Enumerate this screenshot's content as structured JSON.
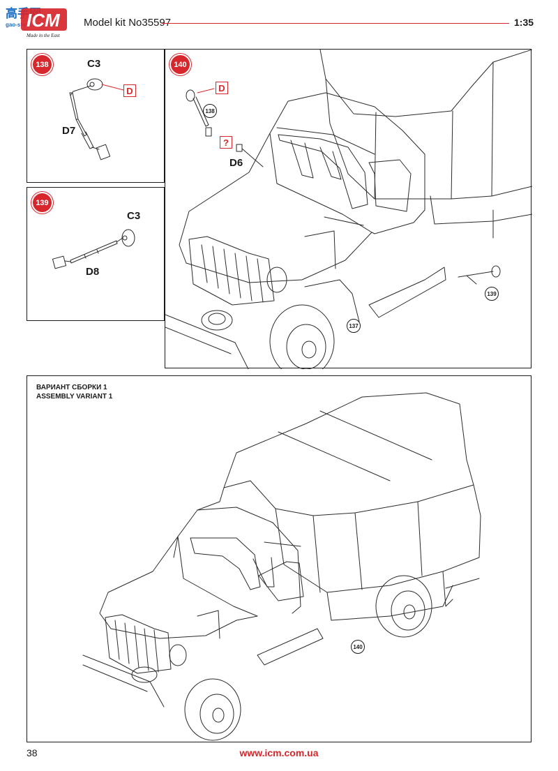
{
  "header": {
    "model_kit": "Model kit No35597",
    "scale": "1:35",
    "logo": {
      "brand": "ICM",
      "tagline": "Made in the East",
      "site_chars": "高手网",
      "site_domain": "gao-shou.com"
    }
  },
  "colors": {
    "accent": "#d7262c",
    "line": "#2a2a2a"
  },
  "step138": {
    "number": "138",
    "parts": {
      "c3": "C3",
      "d7": "D7"
    },
    "tag": "D"
  },
  "step139": {
    "number": "139",
    "parts": {
      "c3": "C3",
      "d8": "D8"
    }
  },
  "step140": {
    "number": "140",
    "parts": {
      "d6": "D6"
    },
    "tags": {
      "d": "D",
      "q": "?"
    },
    "refs": {
      "r138": "138",
      "r139": "139",
      "r137": "137"
    }
  },
  "variant": {
    "title_ru": "ВАРИАНТ СБОРКИ 1",
    "title_en": "ASSEMBLY VARIANT 1",
    "ref": "140"
  },
  "footer": {
    "page": "38",
    "url": "www.icm.com.ua"
  }
}
